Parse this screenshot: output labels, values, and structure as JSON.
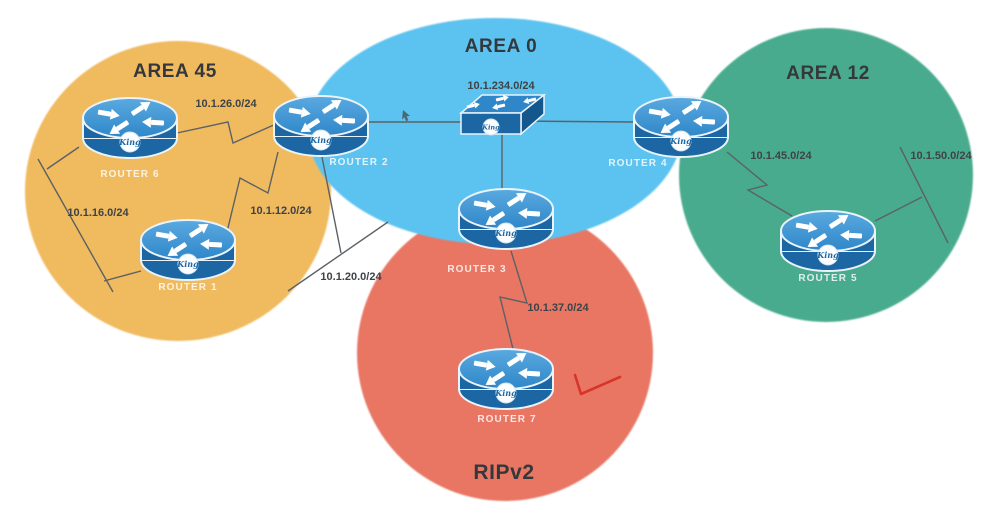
{
  "diagram": {
    "title_hint": "OSPF multi-area network topology",
    "brand": "King",
    "areas": [
      {
        "id": "area45",
        "label": "AREA 45",
        "color": "#F0BA5F"
      },
      {
        "id": "area0",
        "label": "AREA 0",
        "color": "#5CC3F0"
      },
      {
        "id": "area12",
        "label": "AREA 12",
        "color": "#49AB8E"
      },
      {
        "id": "ripv2",
        "label": "RIPv2",
        "color": "#E87663"
      }
    ],
    "routers": [
      {
        "id": "router1",
        "label": "ROUTER 1"
      },
      {
        "id": "router2",
        "label": "ROUTER 2"
      },
      {
        "id": "router3",
        "label": "ROUTER 3"
      },
      {
        "id": "router4",
        "label": "ROUTER 4"
      },
      {
        "id": "router5",
        "label": "ROUTER 5"
      },
      {
        "id": "router6",
        "label": "ROUTER 6"
      },
      {
        "id": "router7",
        "label": "ROUTER 7"
      }
    ],
    "networks": [
      {
        "id": "net12",
        "label": "10.1.12.0/24"
      },
      {
        "id": "net16",
        "label": "10.1.16.0/24"
      },
      {
        "id": "net20",
        "label": "10.1.20.0/24"
      },
      {
        "id": "net26",
        "label": "10.1.26.0/24"
      },
      {
        "id": "net234",
        "label": "10.1.234.0/24"
      },
      {
        "id": "net37",
        "label": "10.1.37.0/24"
      },
      {
        "id": "net45",
        "label": "10.1.45.0/24"
      },
      {
        "id": "net50",
        "label": "10.1.50.0/24"
      }
    ],
    "palette": {
      "router_body": "#1B66A3",
      "router_top": "#2F86C8",
      "switch_top": "#2F86C8",
      "switch_side": "#14578C",
      "node_outline": "#EAF3FA",
      "link_line": "#5C6165",
      "checkmark": "#D8352A"
    }
  }
}
